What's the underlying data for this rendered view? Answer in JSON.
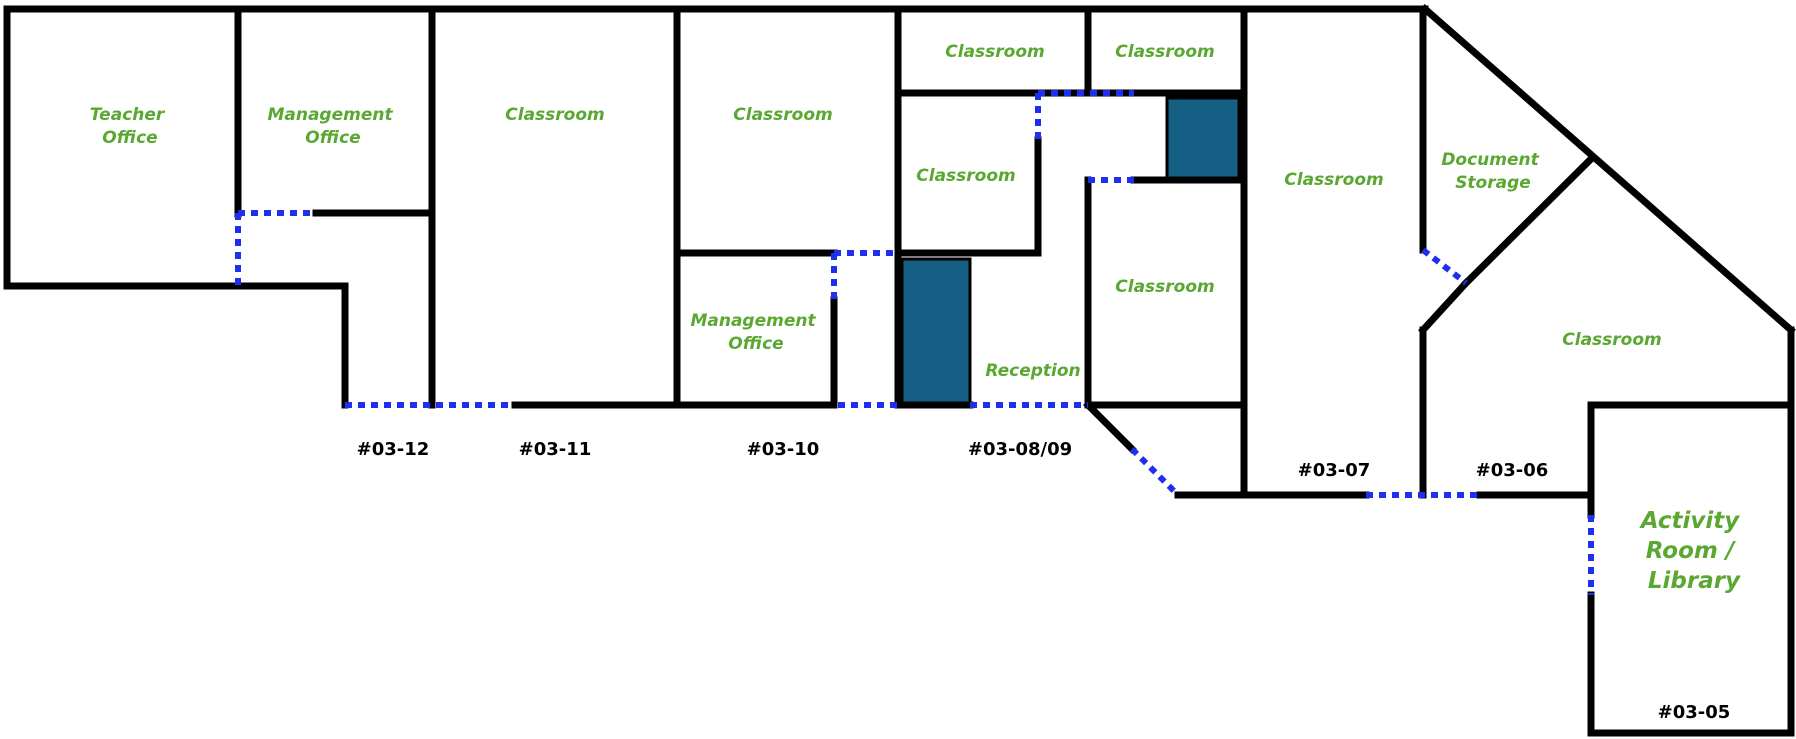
{
  "colors": {
    "wall": "#000000",
    "door": "#1f2ff0",
    "room_label": "#5aa832",
    "fixed_block": "#165f84",
    "unit_label": "#000000"
  },
  "rooms": {
    "teacher_office": [
      "Teacher",
      "Office"
    ],
    "management_office_1": [
      "Management",
      "Office"
    ],
    "classroom_03_11": "Classroom",
    "classroom_03_10": "Classroom",
    "management_office_2": [
      "Management",
      "Office"
    ],
    "classroom_top_a": "Classroom",
    "classroom_top_b": "Classroom",
    "classroom_mid": "Classroom",
    "reception": "Reception",
    "classroom_right_mid": "Classroom",
    "classroom_03_07": "Classroom",
    "document_storage": [
      "Document",
      "Storage"
    ],
    "classroom_03_06": "Classroom",
    "activity_room": [
      "Activity",
      "Room /",
      "Library"
    ]
  },
  "units": {
    "u12": "#03-12",
    "u11": "#03-11",
    "u10": "#03-10",
    "u0809": "#03-08/09",
    "u07": "#03-07",
    "u06": "#03-06",
    "u05": "#03-05"
  }
}
